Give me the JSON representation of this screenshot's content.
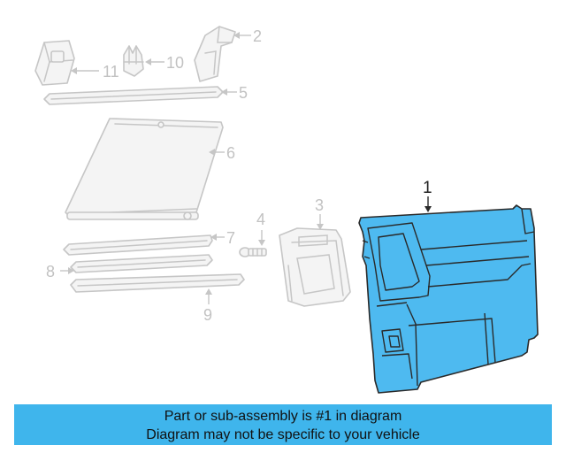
{
  "callouts": {
    "c1": "1",
    "c2": "2",
    "c3": "3",
    "c4": "4",
    "c5": "5",
    "c6": "6",
    "c7": "7",
    "c8": "8",
    "c9": "9",
    "c10": "10",
    "c11": "11"
  },
  "banner": {
    "line1": "Part or sub-assembly is #1 in diagram",
    "line2": "Diagram may not be specific to your vehicle"
  },
  "colors": {
    "highlight": "#4ebaf0",
    "banner": "#3fb5ec",
    "ghost": "#c6c6c6"
  }
}
